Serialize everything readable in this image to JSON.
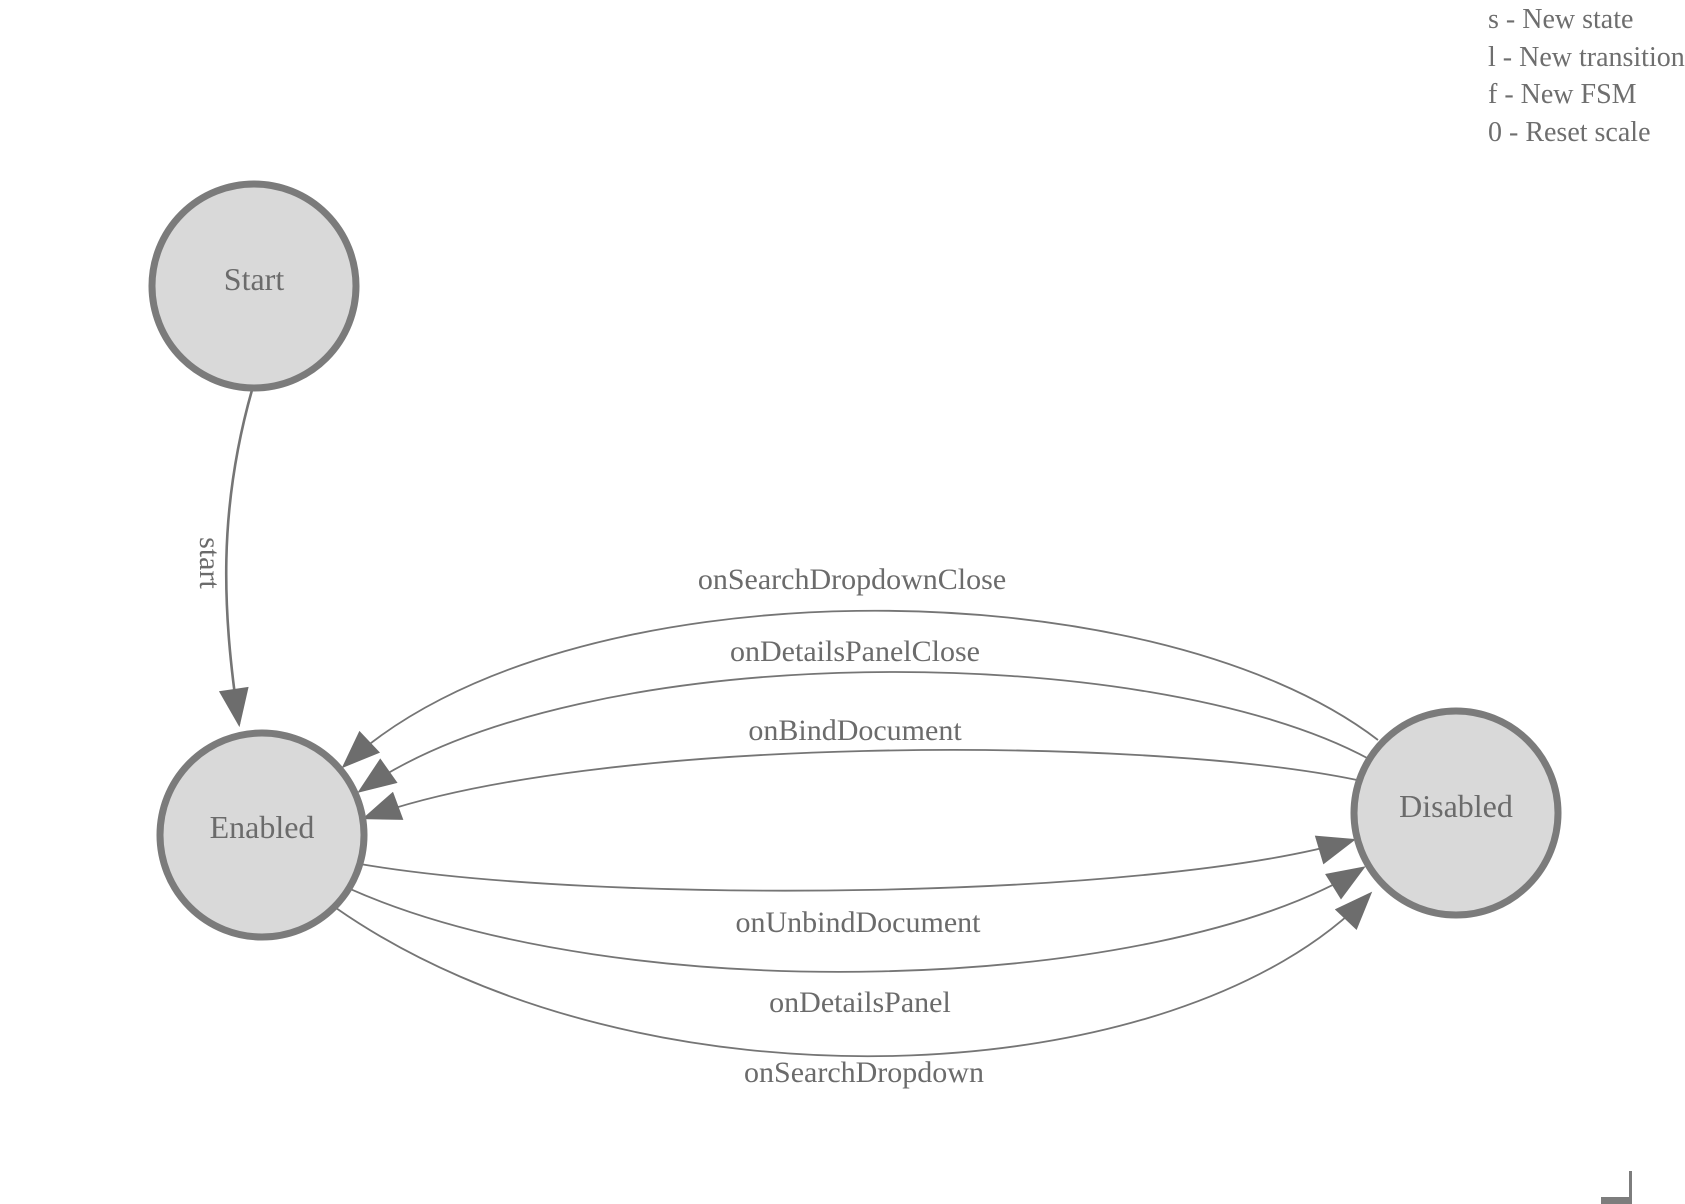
{
  "diagram": {
    "nodes": [
      {
        "id": "start",
        "label": "Start"
      },
      {
        "id": "enabled",
        "label": "Enabled"
      },
      {
        "id": "disabled",
        "label": "Disabled"
      }
    ],
    "start_edge": {
      "from": "Start",
      "to": "Enabled",
      "label": "start"
    },
    "transitions": [
      {
        "from": "Disabled",
        "to": "Enabled",
        "label": "onSearchDropdownClose"
      },
      {
        "from": "Disabled",
        "to": "Enabled",
        "label": "onDetailsPanelClose"
      },
      {
        "from": "Disabled",
        "to": "Enabled",
        "label": "onBindDocument"
      },
      {
        "from": "Enabled",
        "to": "Disabled",
        "label": "onUnbindDocument"
      },
      {
        "from": "Enabled",
        "to": "Disabled",
        "label": "onDetailsPanel"
      },
      {
        "from": "Enabled",
        "to": "Disabled",
        "label": "onSearchDropdown"
      }
    ]
  },
  "legend": {
    "lines": [
      "s - New state",
      "l - New transition",
      "f - New FSM",
      "0 - Reset scale"
    ]
  },
  "colors": {
    "background": "#ffffff",
    "node_fill": "#d9d9d9",
    "node_stroke": "#7b7b7b",
    "edge_stroke": "#757575",
    "arrowhead": "#6d6d6d",
    "label_text": "#6b6b6b",
    "legend_text": "#6e6e6e"
  }
}
